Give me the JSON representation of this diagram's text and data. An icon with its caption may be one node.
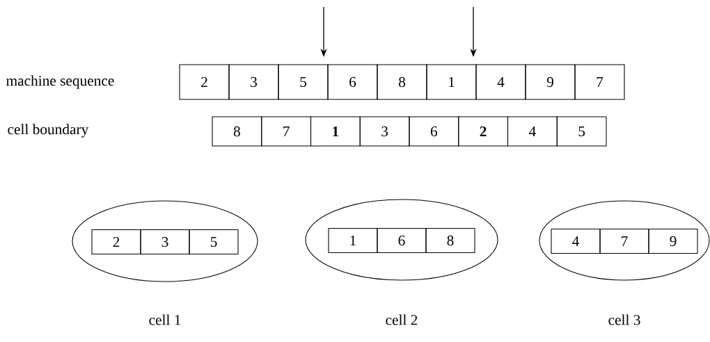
{
  "diagram": {
    "nodes": [
      {
        "text": [],
        "shape": "ellipse",
        "beside": [
          "cell 1"
        ]
      },
      {
        "text": [
          "2"
        ],
        "in": 0
      },
      {
        "text": [
          "3"
        ],
        "in": 0
      },
      {
        "text": [
          "5"
        ],
        "in": 0
      },
      {
        "text": [],
        "shape": "ellipse",
        "beside": [
          "cell 2"
        ]
      },
      {
        "text": [
          "1"
        ],
        "in": 4
      },
      {
        "text": [
          "6"
        ],
        "in": 4
      },
      {
        "text": [
          "8"
        ],
        "in": 4
      },
      {
        "text": [],
        "shape": "ellipse",
        "beside": [
          "cell 3"
        ]
      },
      {
        "text": [
          "4"
        ],
        "in": 8
      },
      {
        "text": [
          "7"
        ],
        "in": 8
      },
      {
        "text": [
          "9"
        ],
        "in": 8
      }
    ],
    "labels": [
      "machine sequence",
      "2",
      "3",
      "5",
      "6",
      "8",
      "1",
      "4",
      "9",
      "7",
      "cell boundary",
      "8",
      "7",
      "1",
      "3",
      "6",
      "2",
      "4",
      "5"
    ]
  }
}
